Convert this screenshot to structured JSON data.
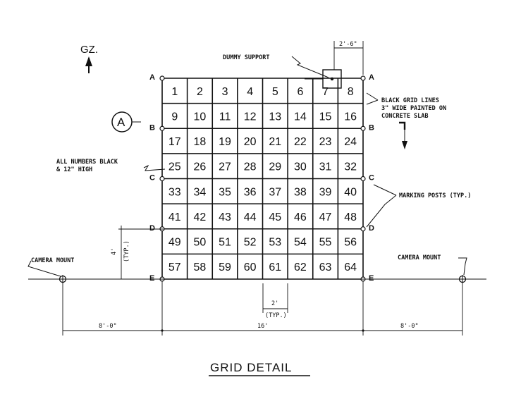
{
  "title": "GRID DETAIL",
  "north_label": "GZ.",
  "section_marker": "A",
  "grid": {
    "rows": 8,
    "cols": 8,
    "cells": [
      "1",
      "2",
      "3",
      "4",
      "5",
      "6",
      "7",
      "8",
      "9",
      "10",
      "11",
      "12",
      "13",
      "14",
      "15",
      "16",
      "17",
      "18",
      "19",
      "20",
      "21",
      "22",
      "23",
      "24",
      "25",
      "26",
      "27",
      "28",
      "29",
      "30",
      "31",
      "32",
      "33",
      "34",
      "35",
      "36",
      "37",
      "38",
      "39",
      "40",
      "41",
      "42",
      "43",
      "44",
      "45",
      "46",
      "47",
      "48",
      "49",
      "50",
      "51",
      "52",
      "53",
      "54",
      "55",
      "56",
      "57",
      "58",
      "59",
      "60",
      "61",
      "62",
      "63",
      "64"
    ]
  },
  "row_letters_left": [
    "A",
    "B",
    "C",
    "D",
    "E"
  ],
  "row_letters_right": [
    "A",
    "B",
    "C",
    "D",
    "E"
  ],
  "labels": {
    "dummy_support": "DUMMY SUPPORT",
    "dummy_width": "2'-6\"",
    "grid_lines_1": "BLACK GRID LINES",
    "grid_lines_2": "3\" WIDE PAINTED ON",
    "grid_lines_3": "CONCRETE SLAB",
    "numbers_1": "ALL NUMBERS BLACK",
    "numbers_2": "& 12\" HIGH",
    "marking_posts": "MARKING POSTS (TYP.)",
    "camera_mount_left": "CAMERA MOUNT",
    "camera_mount_right": "CAMERA MOUNT",
    "dim_height": "4'",
    "dim_height_typ": "(TYP.)",
    "dim_cell": "2'",
    "dim_cell_typ": "(TYP.)",
    "dim_left": "8'-0\"",
    "dim_center": "16'",
    "dim_right": "8'-0\""
  }
}
